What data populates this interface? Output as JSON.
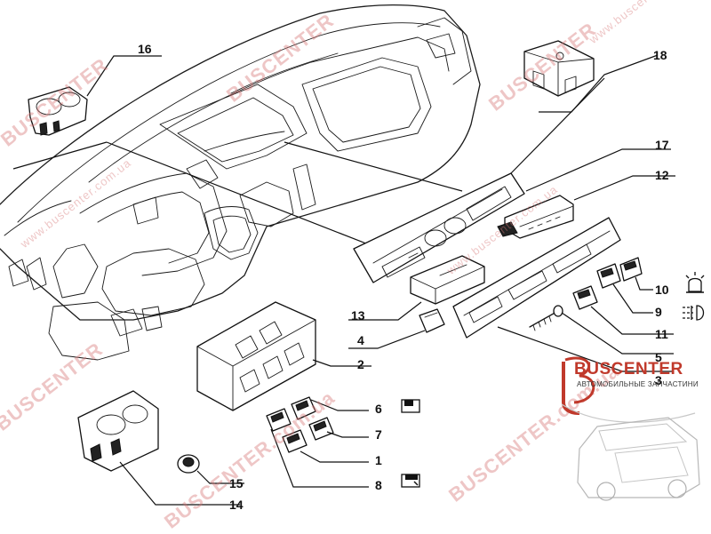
{
  "callouts": {
    "c1": "1",
    "c2": "2",
    "c3": "3",
    "c4": "4",
    "c5": "5",
    "c6": "6",
    "c7": "7",
    "c8": "8",
    "c9": "9",
    "c10": "10",
    "c11": "11",
    "c12": "12",
    "c13": "13",
    "c14": "14",
    "c15": "15",
    "c16": "16",
    "c17": "17",
    "c18": "18"
  },
  "symbols": {
    "c6": "door-open-icon",
    "c8": "door-lock-icon",
    "c10": "warning-beacon-icon",
    "c9": "fog-light-icon"
  },
  "watermark": {
    "brand": "BUSCENTER",
    "domain": "BUSCENTER.com.ua",
    "site": "www.buscenter.com.ua"
  },
  "logo": {
    "name": "BUSCENTER",
    "tagline": "АВТОМОБИЛЬНЫЕ ЗАПЧАСТИНИ",
    "accent": "#c0392b"
  },
  "colors": {
    "line": "#111111",
    "watermark": "#d67878",
    "background": "#ffffff"
  }
}
